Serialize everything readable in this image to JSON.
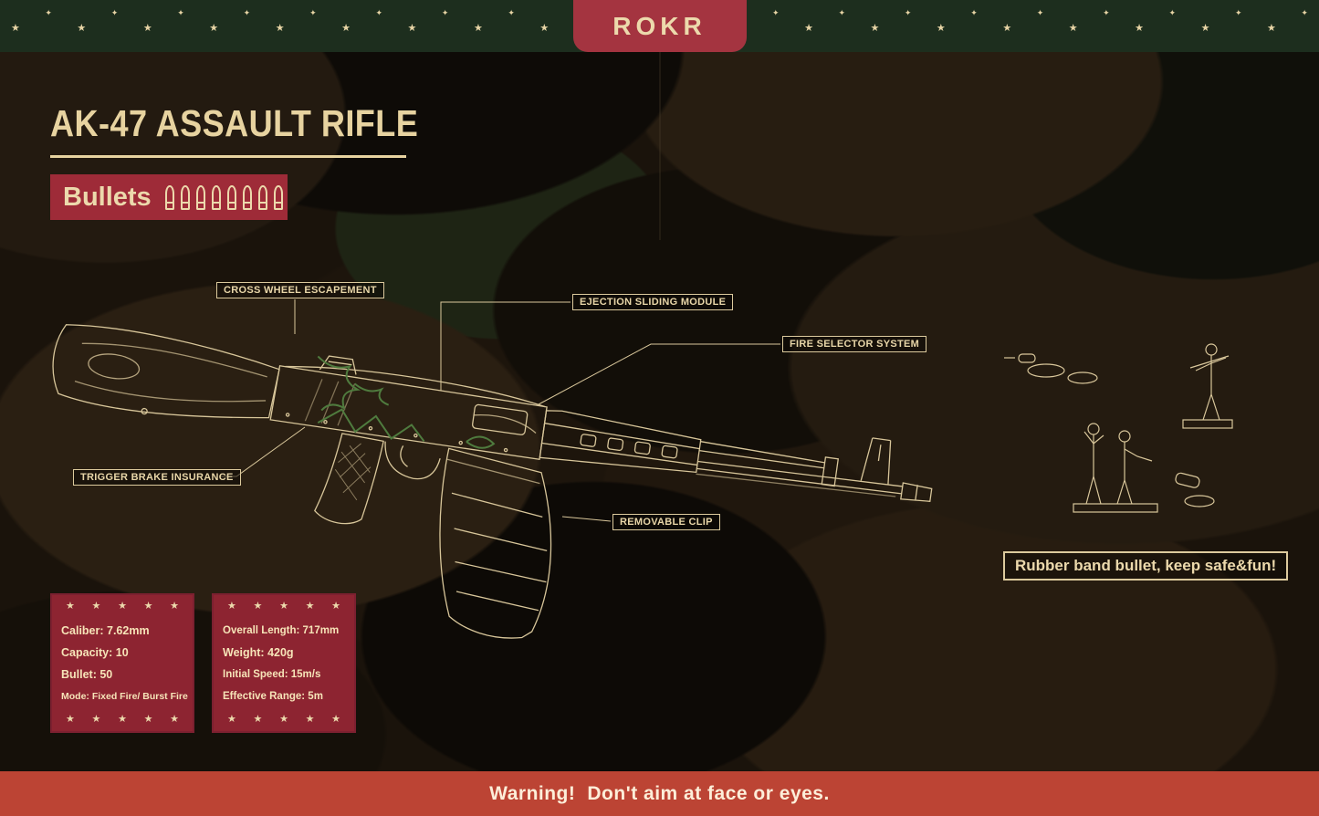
{
  "header": {
    "brand": "ROKR"
  },
  "decor": {
    "star": "★",
    "sparkle": "✦"
  },
  "title": "AK-47 ASSAULT RIFLE",
  "bullets_badge": {
    "label": "Bullets",
    "count": 8
  },
  "part_labels": {
    "cross_wheel_escapement": "CROSS WHEEL ESCAPEMENT",
    "ejection_sliding_module": "EJECTION SLIDING MODULE",
    "fire_selector_system": "FIRE SELECTOR SYSTEM",
    "trigger_brake_insurance": "TRIGGER BRAKE INSURANCE",
    "removable_clip": "REMOVABLE CLIP"
  },
  "safety_note": "Rubber band bullet, keep safe&fun!",
  "spec_cards": [
    {
      "lines": [
        "Caliber: 7.62mm",
        "Capacity: 10",
        "Bullet: 50",
        "Mode: Fixed Fire/ Burst Fire"
      ]
    },
    {
      "lines": [
        "Overall Length: 717mm",
        "Weight:  420g",
        "Initial Speed: 15m/s",
        "Effective Range: 5m"
      ]
    }
  ],
  "warning": {
    "prefix": "Warning!",
    "message": "Don't aim at face or eyes."
  },
  "colors": {
    "cream": "#ecd9ac",
    "banner_green": "#1d2e1e",
    "badge_red": "#a43440",
    "card_red": "#8d2431",
    "warning_red": "#bc4434",
    "rubber_band_green": "#4f7b3e"
  }
}
